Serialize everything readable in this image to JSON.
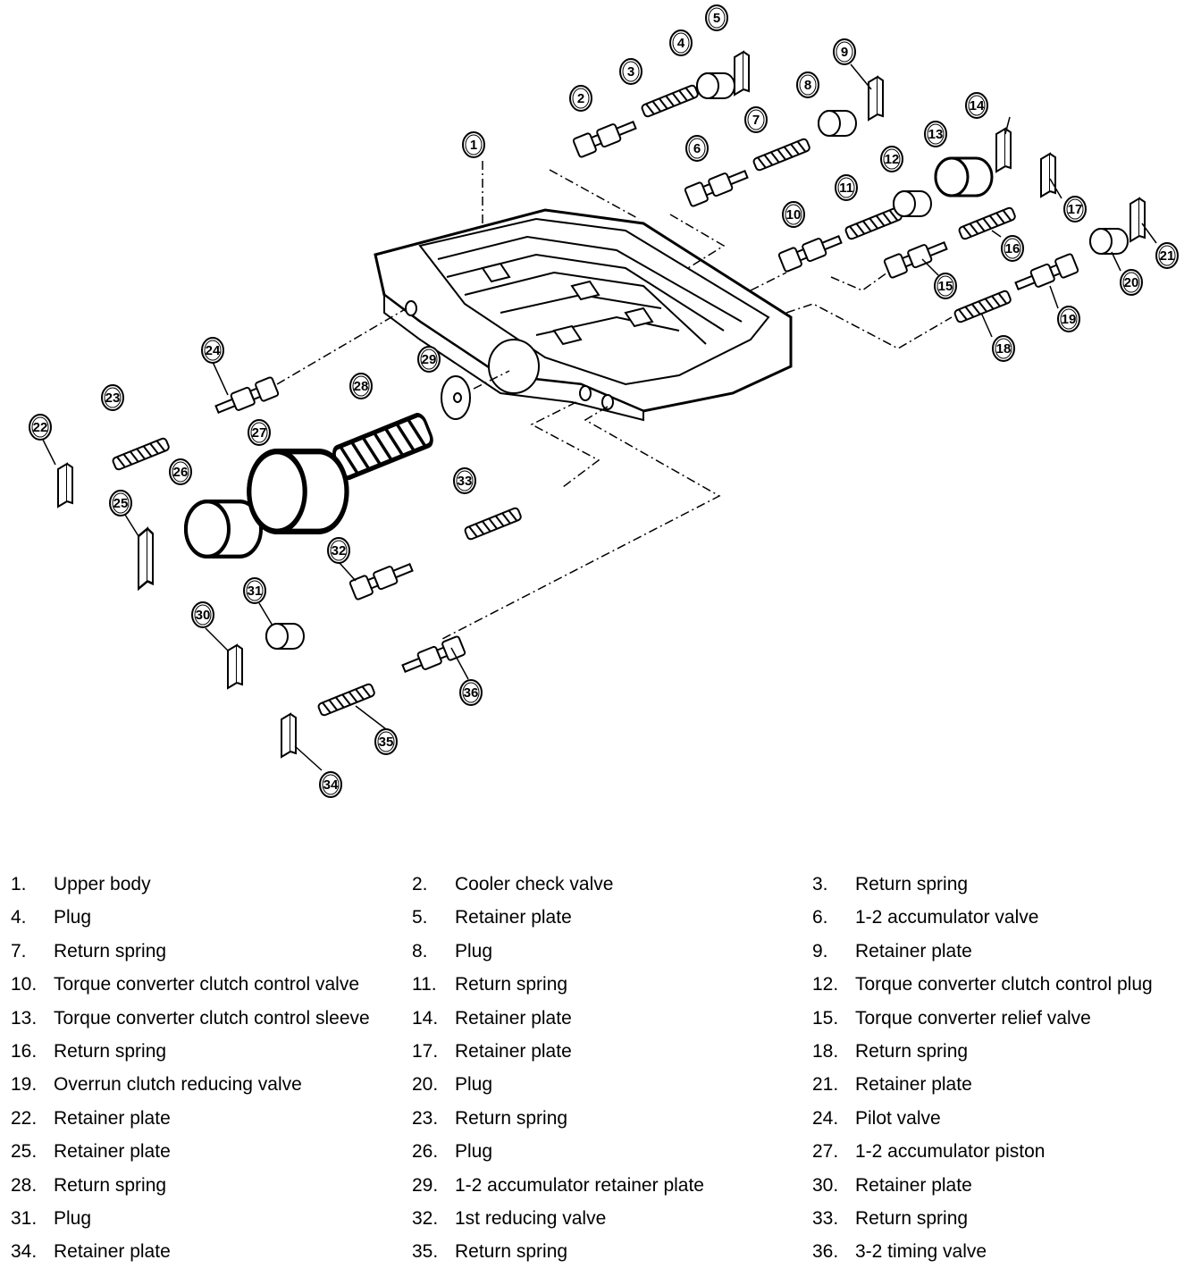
{
  "callouts": [
    "1",
    "2",
    "3",
    "4",
    "5",
    "6",
    "7",
    "8",
    "9",
    "10",
    "11",
    "12",
    "13",
    "14",
    "15",
    "16",
    "17",
    "18",
    "19",
    "20",
    "21",
    "22",
    "23",
    "24",
    "25",
    "26",
    "27",
    "28",
    "29",
    "30",
    "31",
    "32",
    "33",
    "34",
    "35",
    "36"
  ],
  "legend": [
    {
      "num": "1.",
      "name": "Upper body"
    },
    {
      "num": "2.",
      "name": "Cooler check valve"
    },
    {
      "num": "3.",
      "name": "Return spring"
    },
    {
      "num": "4.",
      "name": "Plug"
    },
    {
      "num": "5.",
      "name": "Retainer plate"
    },
    {
      "num": "6.",
      "name": "1-2 accumulator valve"
    },
    {
      "num": "7.",
      "name": "Return spring"
    },
    {
      "num": "8.",
      "name": "Plug"
    },
    {
      "num": "9.",
      "name": "Retainer plate"
    },
    {
      "num": "10.",
      "name": "Torque converter clutch control valve"
    },
    {
      "num": "11.",
      "name": "Return spring"
    },
    {
      "num": "12.",
      "name": "Torque converter clutch control plug"
    },
    {
      "num": "13.",
      "name": "Torque converter clutch control sleeve"
    },
    {
      "num": "14.",
      "name": "Retainer plate"
    },
    {
      "num": "15.",
      "name": "Torque converter relief valve"
    },
    {
      "num": "16.",
      "name": "Return spring"
    },
    {
      "num": "17.",
      "name": "Retainer plate"
    },
    {
      "num": "18.",
      "name": "Return spring"
    },
    {
      "num": "19.",
      "name": "Overrun clutch reducing valve"
    },
    {
      "num": "20.",
      "name": "Plug"
    },
    {
      "num": "21.",
      "name": "Retainer plate"
    },
    {
      "num": "22.",
      "name": "Retainer plate"
    },
    {
      "num": "23.",
      "name": "Return spring"
    },
    {
      "num": "24.",
      "name": "Pilot valve"
    },
    {
      "num": "25.",
      "name": "Retainer plate"
    },
    {
      "num": "26.",
      "name": "Plug"
    },
    {
      "num": "27.",
      "name": "1-2 accumulator piston"
    },
    {
      "num": "28.",
      "name": "Return spring"
    },
    {
      "num": "29.",
      "name": "1-2 accumulator retainer plate"
    },
    {
      "num": "30.",
      "name": "Retainer plate"
    },
    {
      "num": "31.",
      "name": "Plug"
    },
    {
      "num": "32.",
      "name": "1st reducing valve"
    },
    {
      "num": "33.",
      "name": "Return spring"
    },
    {
      "num": "34.",
      "name": "Retainer plate"
    },
    {
      "num": "35.",
      "name": "Return spring"
    },
    {
      "num": "36.",
      "name": "3-2 timing valve"
    }
  ]
}
